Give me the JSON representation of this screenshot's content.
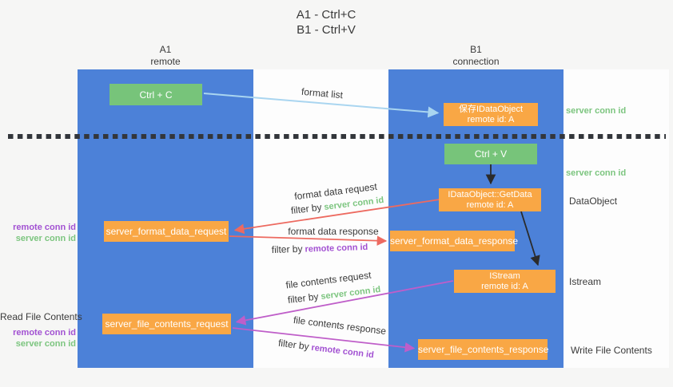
{
  "title": {
    "line1": "A1 - Ctrl+C",
    "line2": "B1 - Ctrl+V"
  },
  "lifelines": {
    "left": {
      "name": "A1",
      "role": "remote"
    },
    "right": {
      "name": "B1",
      "role": "connection"
    }
  },
  "nodes": {
    "ctrl_c": "Ctrl + C",
    "ctrl_v": "Ctrl + V",
    "save_idataobject": {
      "line1": "保存IDataObject",
      "line2": "remote id: A"
    },
    "idataobject_getdata": {
      "line1": "IDataObject::GetData",
      "line2": "remote id: A"
    },
    "istream": {
      "line1": "IStream",
      "line2": "remote id: A"
    },
    "server_format_data_request": "server_format_data_request",
    "server_format_data_response": "server_format_data_response",
    "server_file_contents_request": "server_file_contents_request",
    "server_file_contents_response": "server_file_contents_response"
  },
  "arrow_labels": {
    "format_list": "format list",
    "format_data_request": "format data request",
    "format_data_response": "format data response",
    "file_contents_request": "file contents request",
    "file_contents_response": "file contents response",
    "filter_by": "filter by",
    "server_conn_id": "server conn id",
    "remote_conn_id": "remote conn id"
  },
  "side_labels": {
    "server_conn_id": "server conn id",
    "remote_conn_id": "remote conn id",
    "dataobject": "DataObject",
    "istream": "Istream",
    "read_file_contents": "Read File Contents",
    "write_file_contents": "Write File Contents"
  },
  "colors": {
    "blue": "#4c81d8",
    "orange": "#f9a745",
    "green": "#77c47a",
    "green_text": "#7cc57f",
    "purple_text": "#a251d2",
    "red_arrow": "#ed6a60",
    "magenta_arrow": "#bf5ec9",
    "light_blue_arrow": "#a9d5f0"
  }
}
